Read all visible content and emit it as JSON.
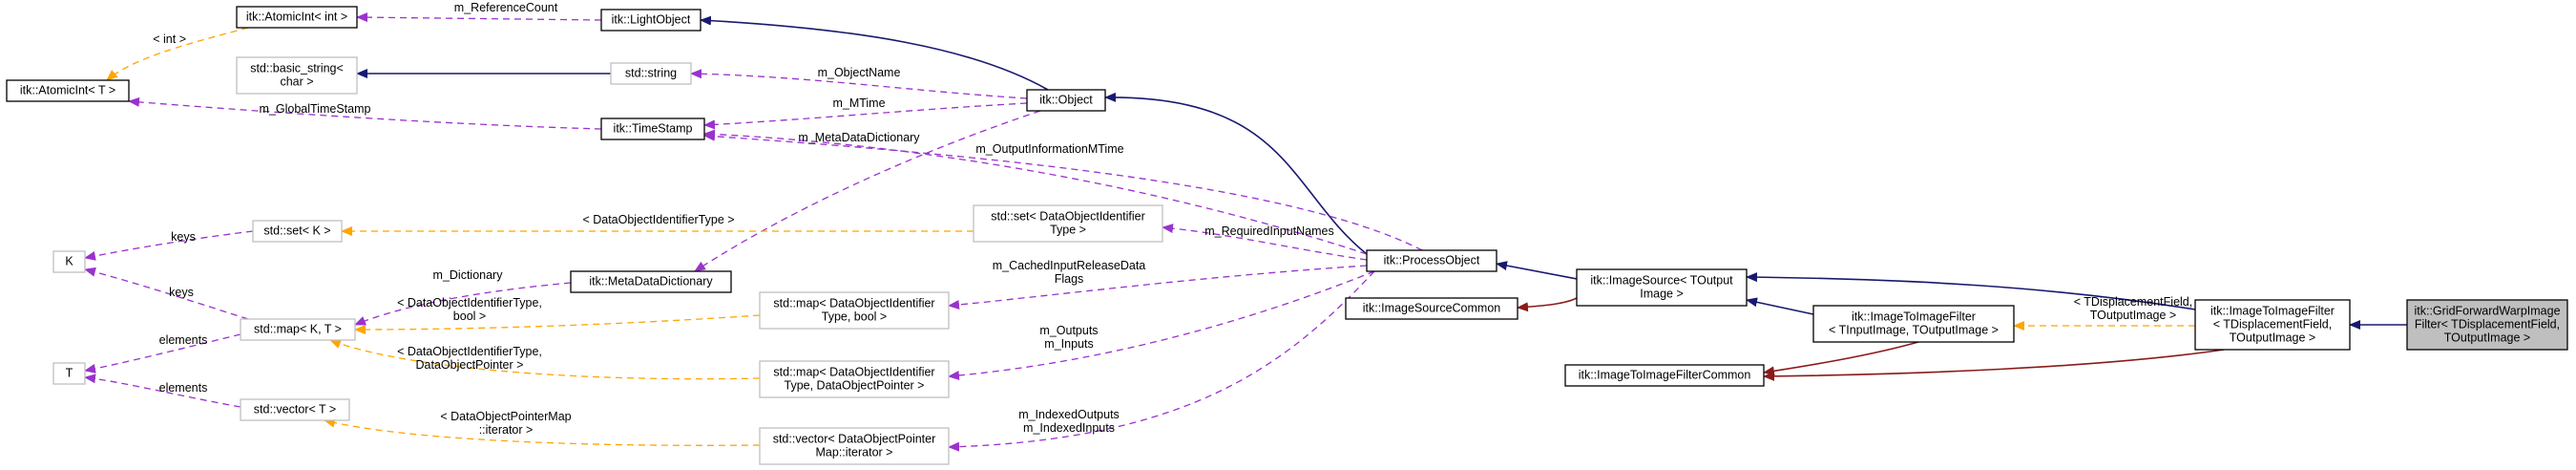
{
  "nodes": {
    "atomicint_int": [
      "itk::AtomicInt< int >"
    ],
    "lightobject": [
      "itk::LightObject"
    ],
    "atomicint_t": [
      "itk::AtomicInt< T >"
    ],
    "basic_string": [
      "std::basic_string<",
      "char >"
    ],
    "std_string": [
      "std::string"
    ],
    "object": [
      "itk::Object"
    ],
    "timestamp": [
      "itk::TimeStamp"
    ],
    "set_k": [
      "std::set< K >"
    ],
    "set_doit": [
      "std::set< DataObjectIdentifier",
      "Type >"
    ],
    "k": [
      "K"
    ],
    "metadatadictionary": [
      "itk::MetaDataDictionary"
    ],
    "processobject": [
      "itk::ProcessObject"
    ],
    "map_kt": [
      "std::map< K, T >"
    ],
    "map_doit_bool": [
      "std::map< DataObjectIdentifier",
      "Type, bool >"
    ],
    "imagesource": [
      "itk::ImageSource< TOutput",
      "Image >"
    ],
    "imagesourcecommon": [
      "itk::ImageSourceCommon"
    ],
    "t": [
      "T"
    ],
    "map_doit_dop": [
      "std::map< DataObjectIdentifier",
      "Type, DataObjectPointer >"
    ],
    "imagetoimagefilter_in": [
      "itk::ImageToImageFilter",
      "< TInputImage, TOutputImage >"
    ],
    "imagetoimagefilter_disp": [
      "itk::ImageToImageFilter",
      "< TDisplacementField,",
      "TOutputImage >"
    ],
    "gridforward": [
      "itk::GridForwardWarpImage",
      "Filter< TDisplacementField,",
      "TOutputImage >"
    ],
    "imagetoimagefiltercommon": [
      "itk::ImageToImageFilterCommon"
    ],
    "vector_t": [
      "std::vector< T >"
    ],
    "vector_dop": [
      "std::vector< DataObjectPointer",
      "Map::iterator >"
    ]
  },
  "edge_labels": {
    "m_referencecount": [
      "m_ReferenceCount"
    ],
    "int_tpl": [
      "< int >"
    ],
    "m_objectname": [
      "m_ObjectName"
    ],
    "m_mtime": [
      "m_MTime"
    ],
    "m_globaltimestamp": [
      "m_GlobalTimeStamp"
    ],
    "m_metadatadictionary": [
      "m_MetaDataDictionary"
    ],
    "m_outputinformationmtime": [
      "m_OutputInformationMTime"
    ],
    "doit_tpl": [
      "< DataObjectIdentifierType >"
    ],
    "keys_set": [
      "keys"
    ],
    "m_requiredinputnames": [
      "m_RequiredInputNames"
    ],
    "m_dictionary": [
      "m_Dictionary"
    ],
    "keys_map": [
      "keys"
    ],
    "m_cachedinputreleasedataflags": [
      "m_CachedInputReleaseData",
      "Flags"
    ],
    "doit_bool_tpl": [
      "< DataObjectIdentifierType,",
      "bool >"
    ],
    "m_outputs_inputs": [
      "m_Outputs",
      "m_Inputs"
    ],
    "elements_map": [
      "elements"
    ],
    "doit_dop_tpl": [
      "< DataObjectIdentifierType,",
      "DataObjectPointer >"
    ],
    "elements_vec": [
      "elements"
    ],
    "dopmap_iter_tpl": [
      "< DataObjectPointerMap",
      "::iterator >"
    ],
    "m_indexed": [
      "m_IndexedOutputs",
      "m_IndexedInputs"
    ],
    "tdisp_tpl": [
      "< TDisplacementField,",
      "TOutputImage >"
    ]
  },
  "colors": {
    "inheritance": "#191970",
    "private_inheritance": "#8b1a1a",
    "usage": "#9a32cd",
    "template": "#ffa500",
    "focus_fill": "#bfbfbf",
    "node_border": "#000000",
    "undocumented_border": "#bfbfbf"
  }
}
